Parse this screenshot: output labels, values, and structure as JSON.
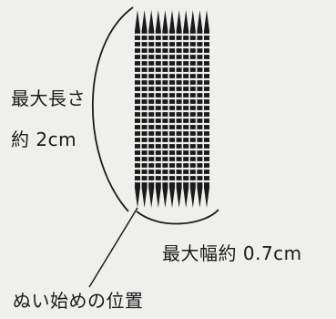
{
  "labels": {
    "max_length_title": "最大長さ",
    "max_length_value": "約 2cm",
    "max_width": "最大幅約 0.7cm",
    "start_position": "ぬい始めの位置"
  },
  "diagram": {
    "stitch_count": 11,
    "colors": {
      "background": "#efefed",
      "ink": "#1a1a1a"
    }
  }
}
